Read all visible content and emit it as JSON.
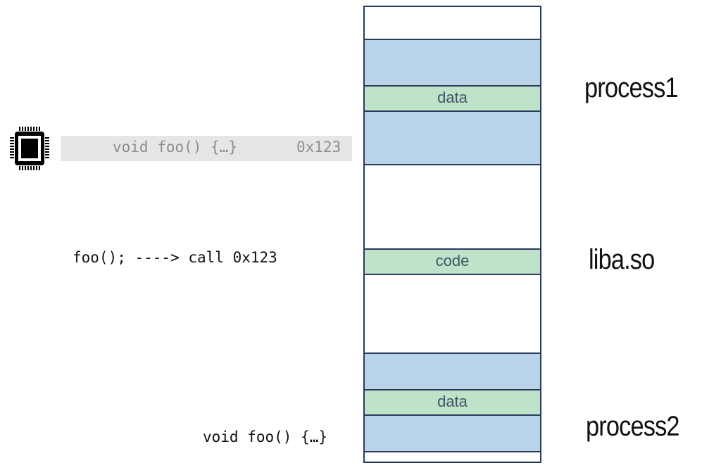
{
  "cpu": {
    "icon": "cpu-chip-icon",
    "function_text": "void foo() {…}",
    "address_text": "0x123"
  },
  "caller": {
    "call_text": "foo(); ----> call 0x123"
  },
  "callee": {
    "function_text": "void foo() {…}"
  },
  "memory": {
    "segments": {
      "process1_data": "data",
      "liba_code": "code",
      "process2_data": "data"
    }
  },
  "labels": {
    "process1": "process1",
    "liba": "liba.so",
    "process2": "process2"
  },
  "colors": {
    "border": "#2b3a5e",
    "blue_region": "#b9d3e9",
    "green_region": "#bfe3c9",
    "highlight_bar": "#e6e6e6"
  }
}
